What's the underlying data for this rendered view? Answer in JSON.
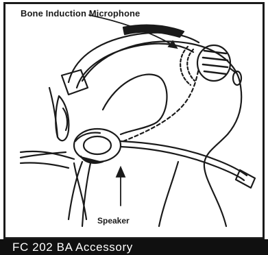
{
  "labels": {
    "microphone": "Bone Induction Microphone",
    "speaker": "Speaker"
  },
  "caption": "FC 202 BA Accessory",
  "colors": {
    "line": "#1a1a1a",
    "caption_bg": "#101010",
    "caption_text": "#ffffff",
    "background": "#ffffff"
  }
}
